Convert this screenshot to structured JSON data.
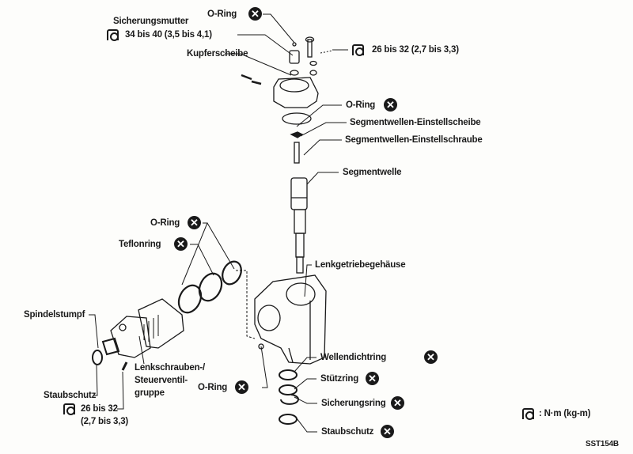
{
  "labels": {
    "o_ring_top": "O-Ring",
    "sicherungsmutter": "Sicherungsmutter",
    "sicherungsmutter_torque": "34 bis 40 (3,5 bis 4,1)",
    "kupferscheibe": "Kupferscheibe",
    "cover_bolt_torque": "26 bis 32 (2,7 bis 3,3)",
    "o_ring_cover": "O-Ring",
    "einstellscheibe": "Segmentwellen-Einstellscheibe",
    "einstellschraube": "Segmentwellen-Einstellschraube",
    "segmentwelle": "Segmentwelle",
    "o_ring_left": "O-Ring",
    "teflonring": "Teflonring",
    "lenkgetriebegehaeuse": "Lenkgetriebegehäuse",
    "spindelstumpf": "Spindelstumpf",
    "lenkschrauben_1": "Lenkschrauben-/",
    "lenkschrauben_2": "Steuerventil-",
    "lenkschrauben_3": "gruppe",
    "o_ring_housing": "O-Ring",
    "wellendichtring": "Wellendichtring",
    "stuetzring": "Stützring",
    "sicherungsring": "Sicherungsring",
    "staubschutz_right": "Staubschutz",
    "staubschutz_left": "Staubschutz",
    "left_bolt_torque_1": "26 bis 32",
    "left_bolt_torque_2": "(2,7 bis 3,3)",
    "legend_unit": ": N·m (kg-m)",
    "figure_code": "SST154B"
  },
  "icons": {
    "replace": "x-circle-icon",
    "torque": "torque-wrench-icon",
    "replace_glyph": "✕"
  }
}
